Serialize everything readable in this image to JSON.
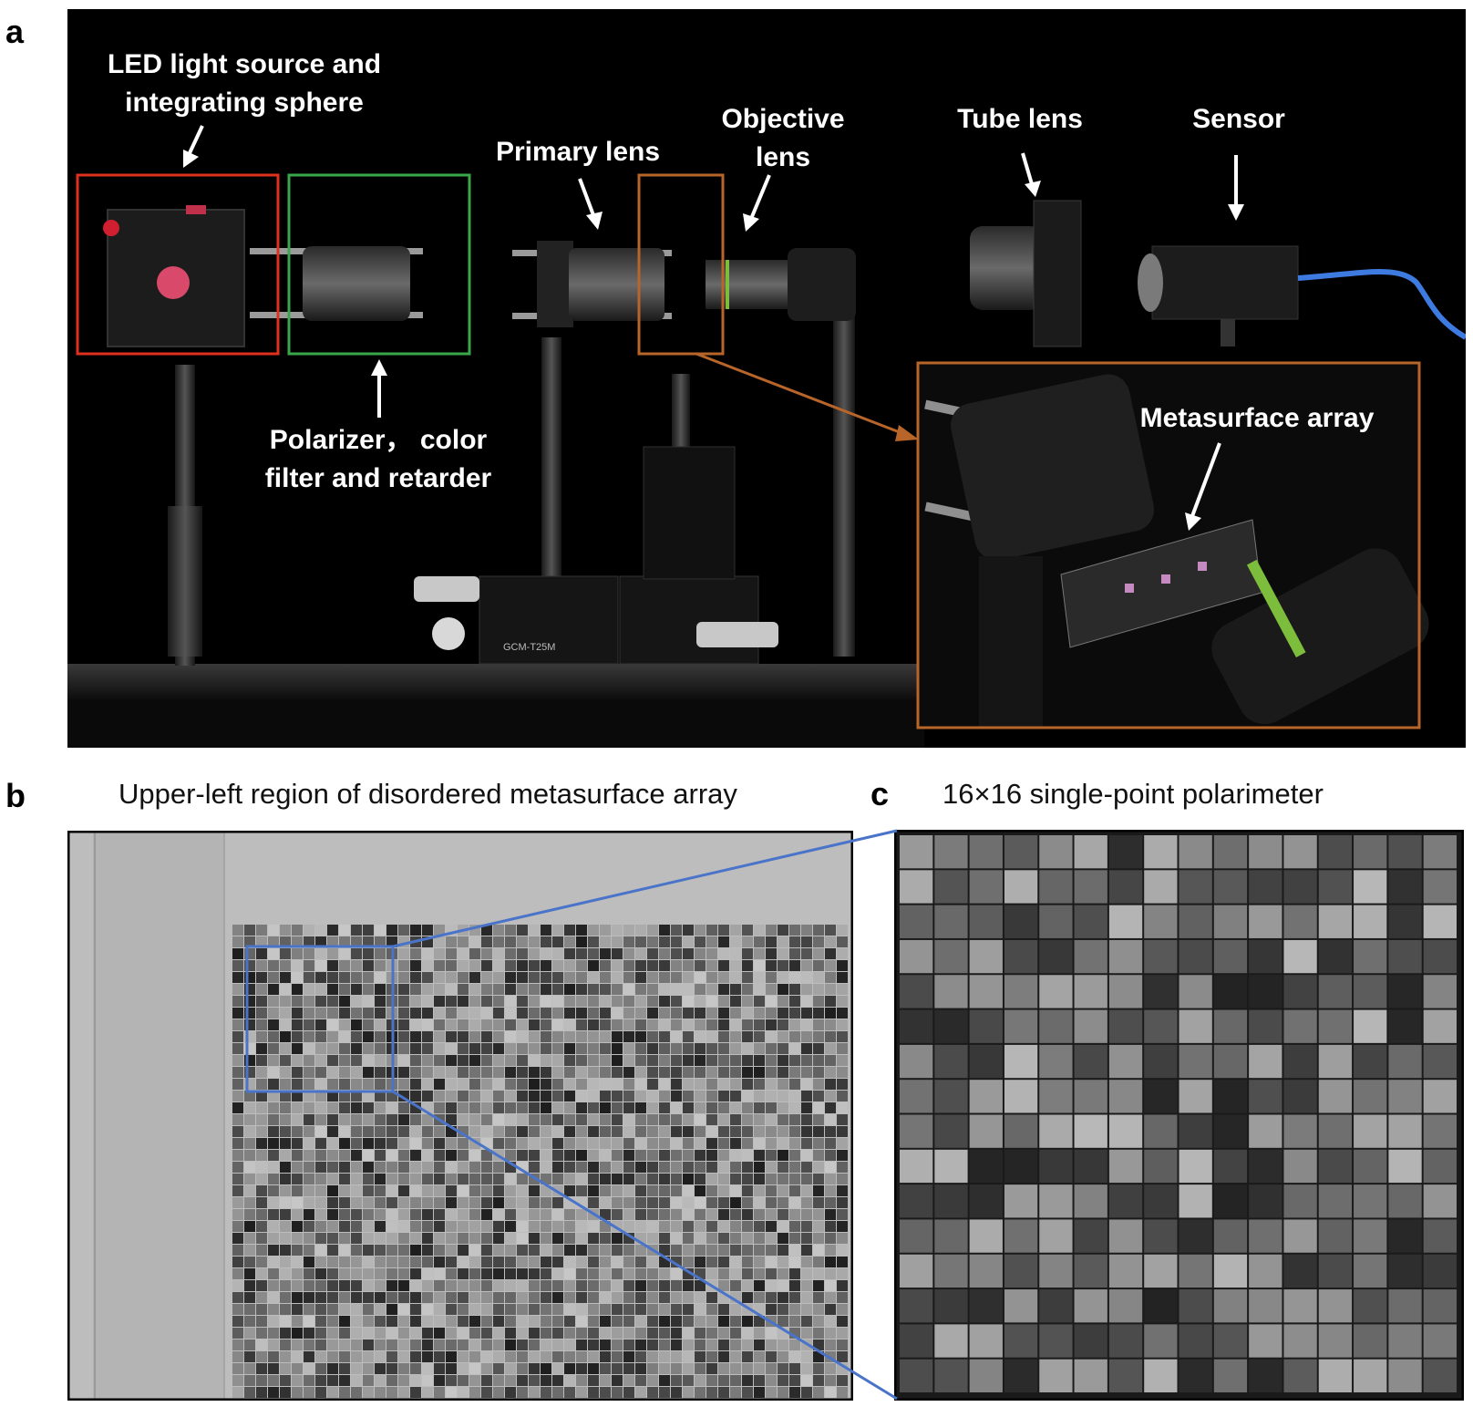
{
  "panels": {
    "a": {
      "letter": "a",
      "labels": {
        "led": "LED light source and integrating sphere",
        "polarizer": "Polarizer， color filter and retarder",
        "primary": "Primary lens",
        "objective": "Objective lens",
        "tube": "Tube lens",
        "sensor": "Sensor",
        "metasurface": "Metasurface array"
      },
      "equipment_text": {
        "stage_model": "GCM-T25M"
      },
      "box_colors": {
        "led": "#e0301e",
        "polarizer": "#3aa84a",
        "objective": "#b8652a",
        "inset": "#b8652a"
      }
    },
    "b": {
      "letter": "b",
      "title": "Upper-left region of disordered metasurface array"
    },
    "c": {
      "letter": "c",
      "title": "16×16 single-point polarimeter",
      "grid_size": 16
    },
    "zoom_color": "#4a74c9"
  }
}
